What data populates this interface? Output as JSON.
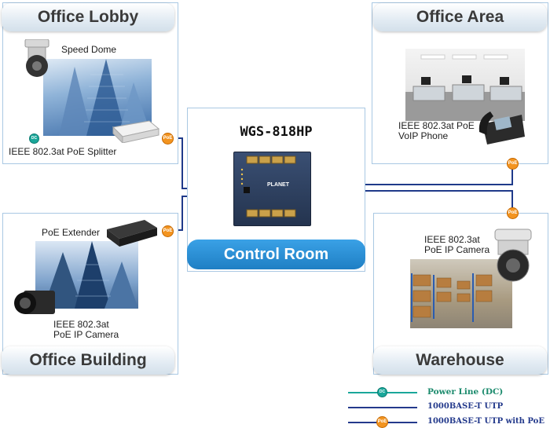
{
  "zones": {
    "office_lobby": "Office Lobby",
    "office_area": "Office Area",
    "office_building": "Office Building",
    "warehouse": "Warehouse",
    "control_room": "Control Room"
  },
  "switch_model": "WGS-818HP",
  "switch_brand": "PLANET",
  "devices": {
    "speed_dome": "Speed Dome",
    "poe_splitter": "IEEE 802.3at PoE Splitter",
    "voip_line1": "IEEE 802.3at PoE",
    "voip_line2": "VoIP Phone",
    "poe_extender": "PoE Extender",
    "bldg_cam_line1": "IEEE 802.3at",
    "bldg_cam_line2": "PoE IP Camera",
    "wh_cam_line1": "IEEE 802.3at",
    "wh_cam_line2": "PoE IP Camera"
  },
  "badges": {
    "poe": "PoE",
    "dc": "DC"
  },
  "legend": [
    {
      "label": "Power Line (DC)",
      "color": "#1aa79a",
      "badge": "DC"
    },
    {
      "label": "1000BASE-T UTP",
      "color": "#243a8c",
      "badge": ""
    },
    {
      "label": "1000BASE-T UTP with PoE",
      "color": "#243a8c",
      "badge": "PoE"
    }
  ],
  "colors": {
    "utp": "#1f3a8a",
    "dc": "#1aa79a",
    "poe": "#f39420",
    "border": "#a9c8e3",
    "control_room": "#1f7fc4"
  }
}
